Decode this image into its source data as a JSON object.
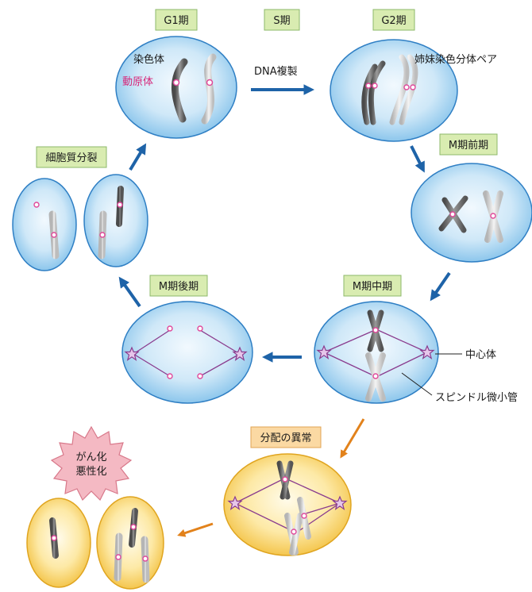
{
  "phases": {
    "g1": "G1期",
    "s": "S期",
    "g2": "G2期",
    "m_pro": "M期前期",
    "m_meta": "M期中期",
    "m_ana": "M期後期",
    "cytokinesis": "細胞質分裂",
    "abnormal": "分配の異常"
  },
  "annotations": {
    "chromosome": "染色体",
    "centromere": "動原体",
    "dna_replication": "DNA複製",
    "sister_pair": "姉妹染色分体ペア",
    "centrosome": "中心体",
    "spindle": "スピンドル微小管"
  },
  "burst": {
    "line1": "がん化",
    "line2": "悪性化"
  },
  "colors": {
    "normal_cell_edge": "#2f7fc4",
    "normal_cell_center": "#eef7fd",
    "abnormal_cell_edge": "#e0a520",
    "abnormal_cell_center": "#fdf3cf",
    "phase_box_fill": "#d9ecb1",
    "abnormal_box_fill": "#fbd9a3",
    "flow_arrow": "#1e63a8",
    "abnormal_arrow": "#e2821b",
    "centromere": "#e0489a",
    "spindle": "#8a3c8e",
    "burst_fill": "#f4b9c3"
  }
}
